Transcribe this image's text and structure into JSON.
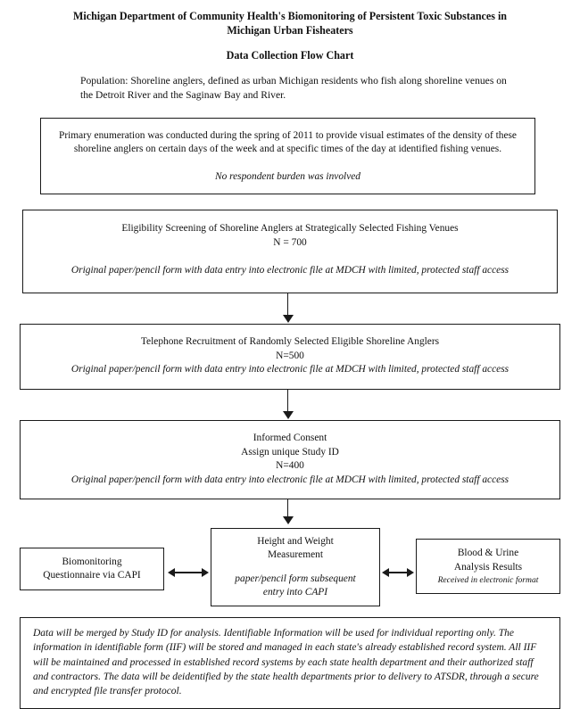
{
  "header": {
    "title": "Michigan Department of Community Health's Biomonitoring of Persistent Toxic Substances in Michigan Urban Fisheaters",
    "subtitle": "Data Collection Flow Chart",
    "population": "Population:  Shoreline anglers, defined as urban Michigan residents who fish along shoreline venues on the Detroit River and the Saginaw Bay and River."
  },
  "enumeration_box": {
    "body": "Primary enumeration was conducted during the spring of 2011 to provide visual estimates of the density of these shoreline anglers on certain days of the week and at specific times of the day at identified fishing venues.",
    "note": "No respondent burden was involved"
  },
  "eligibility_box": {
    "title": "Eligibility Screening of Shoreline Anglers at Strategically Selected Fishing Venues",
    "n": "N = 700",
    "note": "Original paper/pencil form with data entry into electronic file at MDCH with limited, protected staff access"
  },
  "telephone_box": {
    "title": "Telephone Recruitment of Randomly Selected Eligible Shoreline Anglers",
    "n": "N=500",
    "note": "Original paper/pencil form with data entry into electronic file at MDCH with limited, protected staff access"
  },
  "consent_box": {
    "title": "Informed Consent",
    "subtitle": "Assign unique Study ID",
    "n": "N=400",
    "note": "Original paper/pencil form with data entry into electronic file at MDCH with limited, protected staff access"
  },
  "capi_box": {
    "line1": "Biomonitoring",
    "line2": "Questionnaire via CAPI"
  },
  "height_weight_box": {
    "line1": "Height and Weight",
    "line2": "Measurement",
    "note1": "paper/pencil form subsequent",
    "note2": "entry into CAPI"
  },
  "blood_box": {
    "line1": "Blood & Urine",
    "line2": "Analysis Results",
    "note": "Received in electronic format"
  },
  "footer_box": {
    "body": "Data will be merged by Study ID for analysis.  Identifiable Information will be used for individual reporting only. The information in identifiable form (IIF) will be stored and managed in each state's already established record system. All IIF will be maintained and processed in established record systems by each state health department and their authorized staff and contractors. The data will be deidentified by the state health departments prior to delivery to ATSDR, through a secure and encrypted file transfer protocol."
  },
  "colors": {
    "ink": "#111111",
    "border": "#1a1a1a",
    "background": "#ffffff"
  }
}
